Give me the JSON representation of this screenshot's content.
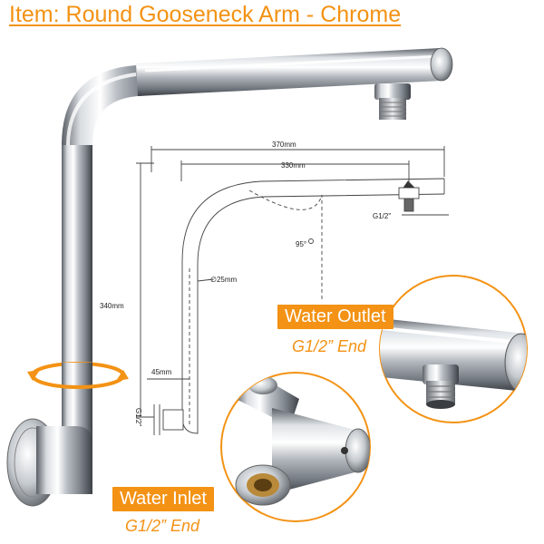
{
  "title": "Item: Round Gooseneck Arm - Chrome",
  "dimensions": {
    "width_total": "370mm",
    "width_inner": "330mm",
    "height": "340mm",
    "angle": "95°",
    "diameter": "∅25mm",
    "base_offset": "45mm",
    "outlet_thread": "G1/2\"",
    "inlet_thread": "G1/2\""
  },
  "callouts": {
    "outlet_badge": "Water Outlet",
    "outlet_end": "G1/2” End",
    "inlet_badge": "Water Inlet",
    "inlet_end": "G1/2” End"
  },
  "colors": {
    "accent": "#f39214",
    "chrome_dark": "#5a5f66",
    "chrome_light": "#f4f6f8"
  },
  "icons": {
    "rotate": "rotate-arrows-icon"
  }
}
